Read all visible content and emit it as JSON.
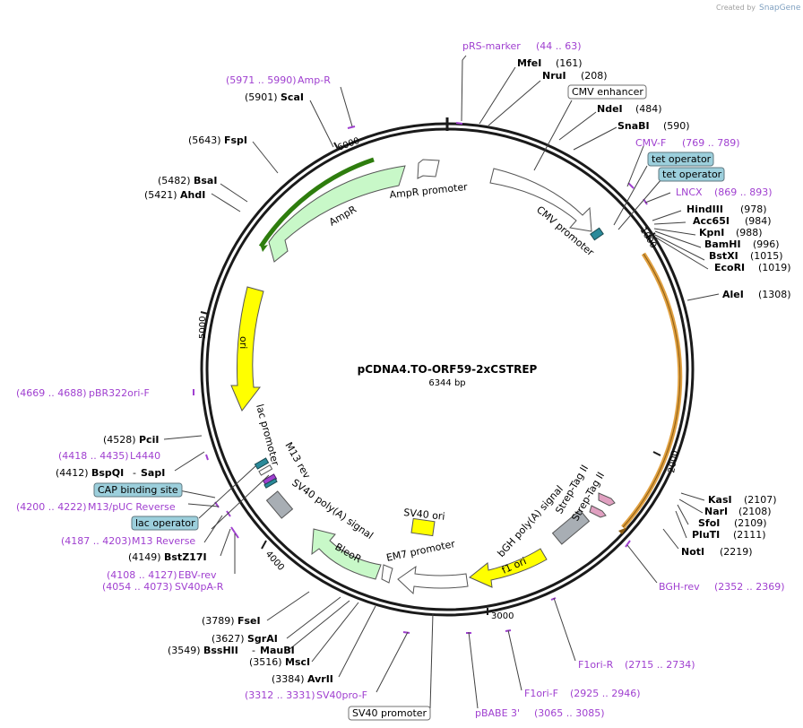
{
  "credit": {
    "prefix": "Created by",
    "brand": "SnapGene"
  },
  "plasmid": {
    "name": "pCDNA4.TO-ORF59-2xCSTREP",
    "size": "6344 bp"
  },
  "ticks": [
    "1000",
    "2000",
    "3000",
    "4000",
    "5000",
    "6000"
  ],
  "features": {
    "amp_r": "AmpR",
    "amp_r_promoter": "AmpR promoter",
    "cmv_promoter": "CMV promoter",
    "ori": "ori",
    "lac_promoter": "lac promoter",
    "m13_rev": "M13 rev",
    "sv40_polya": "SV40 poly(A) signal",
    "bleor": "BleoR",
    "em7_promoter": "EM7 promoter",
    "sv40_ori": "SV40 ori",
    "f1_ori": "f1 ori",
    "bgh_polya": "bGH poly(A) signal",
    "strep_tag_1": "Strep-Tag II",
    "strep_tag_2": "Strep-Tag II"
  },
  "boxes": {
    "cmv_enhancer": "CMV enhancer",
    "tet_operator_1": "tet operator",
    "tet_operator_2": "tet operator",
    "cap_binding_site": "CAP binding site",
    "lac_operator": "lac operator",
    "sv40_promoter": "SV40 promoter"
  },
  "sites": {
    "mfei": {
      "name": "MfeI",
      "pos": "(161)"
    },
    "nrui": {
      "name": "NruI",
      "pos": "(208)"
    },
    "ndei": {
      "name": "NdeI",
      "pos": "(484)"
    },
    "snabi": {
      "name": "SnaBI",
      "pos": "(590)"
    },
    "hindiii": {
      "name": "HindIII",
      "pos": "(978)"
    },
    "acc65i": {
      "name": "Acc65I",
      "pos": "(984)"
    },
    "kpni": {
      "name": "KpnI",
      "pos": "(988)"
    },
    "bamhi": {
      "name": "BamHI",
      "pos": "(996)"
    },
    "bstxi": {
      "name": "BstXI",
      "pos": "(1015)"
    },
    "ecori": {
      "name": "EcoRI",
      "pos": "(1019)"
    },
    "alei": {
      "name": "AleI",
      "pos": "(1308)"
    },
    "kasi": {
      "name": "KasI",
      "pos": "(2107)"
    },
    "nari": {
      "name": "NarI",
      "pos": "(2108)"
    },
    "sfoi": {
      "name": "SfoI",
      "pos": "(2109)"
    },
    "pluti": {
      "name": "PluTI",
      "pos": "(2111)"
    },
    "noti": {
      "name": "NotI",
      "pos": "(2219)"
    },
    "scai": {
      "name": "ScaI",
      "pos": "(5901)"
    },
    "fspi": {
      "name": "FspI",
      "pos": "(5643)"
    },
    "bsai": {
      "name": "BsaI",
      "pos": "(5482)"
    },
    "ahdi": {
      "name": "AhdI",
      "pos": "(5421)"
    },
    "pcii": {
      "name": "PciI",
      "pos": "(4528)"
    },
    "bspqi": {
      "name": "BspQI",
      "pos": "(4412)"
    },
    "sapi": {
      "name": "SapI",
      "pos": "-"
    },
    "bstz17i": {
      "name": "BstZ17I",
      "pos": "(4149)"
    },
    "fsei": {
      "name": "FseI",
      "pos": "(3789)"
    },
    "sgrai": {
      "name": "SgrAI",
      "pos": "(3627)"
    },
    "bsshii": {
      "name": "BssHII",
      "pos": "(3549)"
    },
    "maubi": {
      "name": "MauBI",
      "pos": "-"
    },
    "msci": {
      "name": "MscI",
      "pos": "(3516)"
    },
    "avrii": {
      "name": "AvrII",
      "pos": "(3384)"
    }
  },
  "primers": {
    "prs_marker": {
      "name": "pRS-marker",
      "range": "(44 .. 63)"
    },
    "amp_r": {
      "name": "Amp-R",
      "range": "(5971 .. 5990)"
    },
    "cmv_f": {
      "name": "CMV-F",
      "range": "(769 .. 789)"
    },
    "lncx": {
      "name": "LNCX",
      "range": "(869 .. 893)"
    },
    "bgh_rev": {
      "name": "BGH-rev",
      "range": "(2352 .. 2369)"
    },
    "f1ori_r": {
      "name": "F1ori-R",
      "range": "(2715 .. 2734)"
    },
    "f1ori_f": {
      "name": "F1ori-F",
      "range": "(2925 .. 2946)"
    },
    "pbabe3": {
      "name": "pBABE 3'",
      "range": "(3065 .. 3085)"
    },
    "sv40pro_f": {
      "name": "SV40pro-F",
      "range": "(3312 .. 3331)"
    },
    "pbr322ori_f": {
      "name": "pBR322ori-F",
      "range": "(4669 .. 4688)"
    },
    "l4440": {
      "name": "L4440",
      "range": "(4418 .. 4435)"
    },
    "m13puc_rev": {
      "name": "M13/pUC Reverse",
      "range": "(4200 .. 4222)"
    },
    "m13_reverse": {
      "name": "M13 Reverse",
      "range": "(4187 .. 4203)"
    },
    "ebv_rev": {
      "name": "EBV-rev",
      "range": "(4108 .. 4127)"
    },
    "sv40pa_r": {
      "name": "SV40pA-R",
      "range": "(4054 .. 4073)"
    }
  },
  "colors": {
    "backbone": "#1a1a1a",
    "primer": "#a040d0",
    "ori": "#ffff00",
    "marker": "#c8f8c8",
    "promoter": "#ffffff",
    "highlight_green": "#2e7d0e",
    "highlight_orange": "#e0a040",
    "teal": "#2a8a9a",
    "grey": "#a8aeb4",
    "box_teal": "#9ccfdc"
  }
}
